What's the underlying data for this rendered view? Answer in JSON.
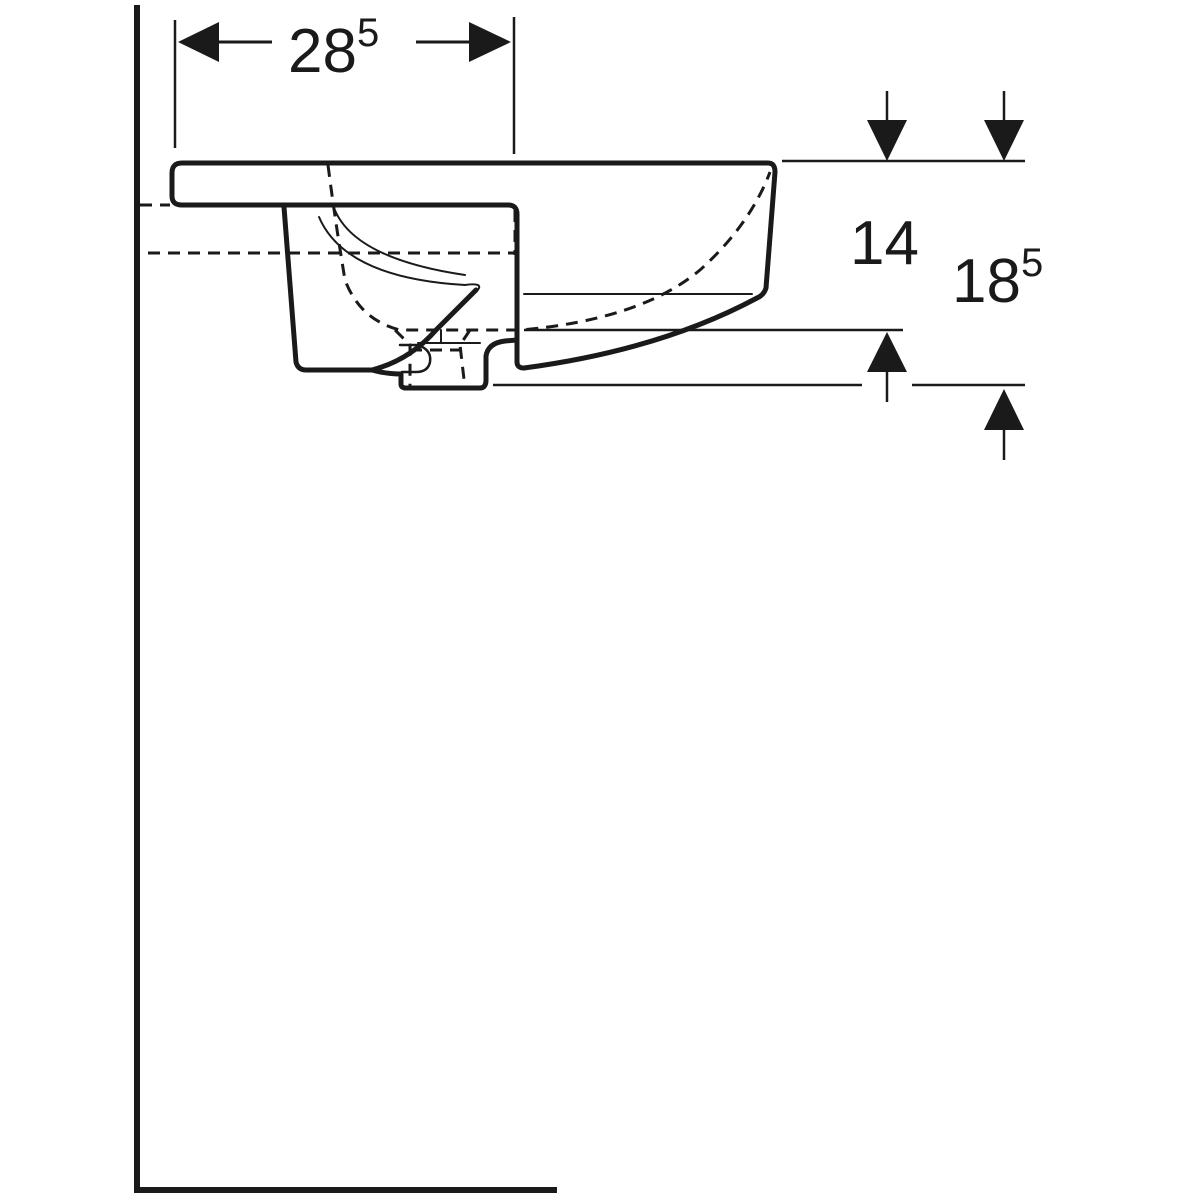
{
  "diagram": {
    "type": "technical-drawing",
    "subject": "washbasin side view with dimensions",
    "colors": {
      "line": "#1a1a1a",
      "background": "#ffffff"
    },
    "dimensions": {
      "horizontal_depth": {
        "base": "28",
        "sup": "5",
        "value": 28.5
      },
      "height_inner": {
        "base": "14",
        "sup": "",
        "value": 14
      },
      "height_total": {
        "base": "18",
        "sup": "5",
        "value": 18.5
      }
    }
  }
}
